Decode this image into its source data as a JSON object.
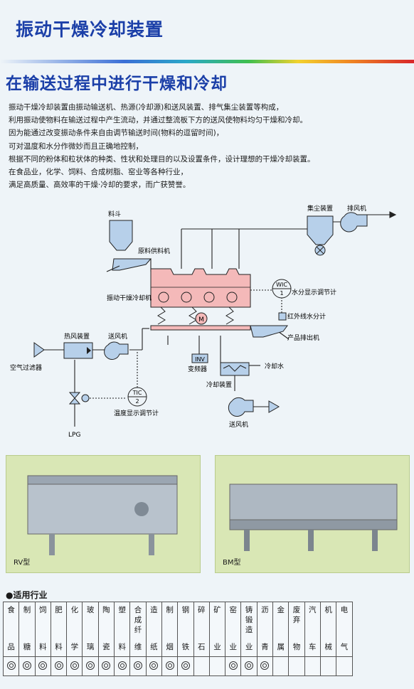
{
  "header": {
    "title": "振动干燥冷却装置",
    "subtitle": "在输送过程中进行干燥和冷却"
  },
  "intro": [
    "振动干燥冷却装置由振动输送机、热源(冷却源)和送风装置、排气集尘装置等构成，",
    "利用振动使物料在输送过程中产生流动，并通过整流板下方的送风使物料均匀干燥和冷却。",
    "因为能通过改变振动条件来自由调节输送时间(物料的逗留时间)，",
    "可对温度和水分作微妙而且正确地控制，",
    "根据不同的粉体和粒状体的种类、性状和处理目的以及设置条件，设计理想的干燥冷却装置。",
    "在食品业，化学、饲料、合成树脂、窑业等各种行业，",
    "满足高质量、高效率的干燥·冷却的要求，而广获赞誉。"
  ],
  "diagram": {
    "hopper": "料斗",
    "feeder": "原料供料机",
    "dust_collector": "集尘装置",
    "exhaust_fan": "排风机",
    "dryer_cooler": "振动干燥冷却机",
    "wic": "WIC",
    "wic_num": "1",
    "moisture_controller": "水分显示调节计",
    "ir_meter": "红外线水分计",
    "product_outlet": "产品排出机",
    "hot_air": "热风装置",
    "blower_top": "送风机",
    "air_filter": "空气过滤器",
    "inv": "INV",
    "inverter": "变频器",
    "cooling_water": "冷却水",
    "cooler": "冷却装置",
    "tic": "TIC",
    "tic_num": "2",
    "temp_controller": "温度显示调节计",
    "lpg": "LPG",
    "blower_bottom": "送风机",
    "motor": "M"
  },
  "photos": [
    {
      "caption": "RV型"
    },
    {
      "caption": "BM型"
    }
  ],
  "industries": {
    "title": "●适用行业",
    "items": [
      {
        "top": [
          "食"
        ],
        "bottom": "品",
        "mark": true
      },
      {
        "top": [
          "制"
        ],
        "bottom": "糖",
        "mark": true
      },
      {
        "top": [
          "饲"
        ],
        "bottom": "料",
        "mark": true
      },
      {
        "top": [
          "肥"
        ],
        "bottom": "料",
        "mark": true
      },
      {
        "top": [
          "化"
        ],
        "bottom": "学",
        "mark": true
      },
      {
        "top": [
          "玻"
        ],
        "bottom": "璃",
        "mark": true
      },
      {
        "top": [
          "陶"
        ],
        "bottom": "瓷",
        "mark": true
      },
      {
        "top": [
          "塑"
        ],
        "bottom": "料",
        "mark": true
      },
      {
        "top": [
          "合",
          "成",
          "纤"
        ],
        "bottom": "维",
        "mark": true
      },
      {
        "top": [
          "造"
        ],
        "bottom": "纸",
        "mark": true
      },
      {
        "top": [
          "制"
        ],
        "bottom": "烟",
        "mark": true
      },
      {
        "top": [
          "钢"
        ],
        "bottom": "铁",
        "mark": true
      },
      {
        "top": [
          "碎"
        ],
        "bottom": "石",
        "mark": false
      },
      {
        "top": [
          "矿"
        ],
        "bottom": "业",
        "mark": false
      },
      {
        "top": [
          "窑"
        ],
        "bottom": "业",
        "mark": true
      },
      {
        "top": [
          "铸",
          "锻",
          "造"
        ],
        "bottom": "业",
        "mark": true
      },
      {
        "top": [
          "沥"
        ],
        "bottom": "青",
        "mark": true
      },
      {
        "top": [
          "金"
        ],
        "bottom": "属",
        "mark": false
      },
      {
        "top": [
          "废",
          "弃"
        ],
        "bottom": "物",
        "mark": false
      },
      {
        "top": [
          "汽"
        ],
        "bottom": "车",
        "mark": false
      },
      {
        "top": [
          "机"
        ],
        "bottom": "械",
        "mark": false
      },
      {
        "top": [
          "电"
        ],
        "bottom": "气",
        "mark": false
      }
    ]
  }
}
